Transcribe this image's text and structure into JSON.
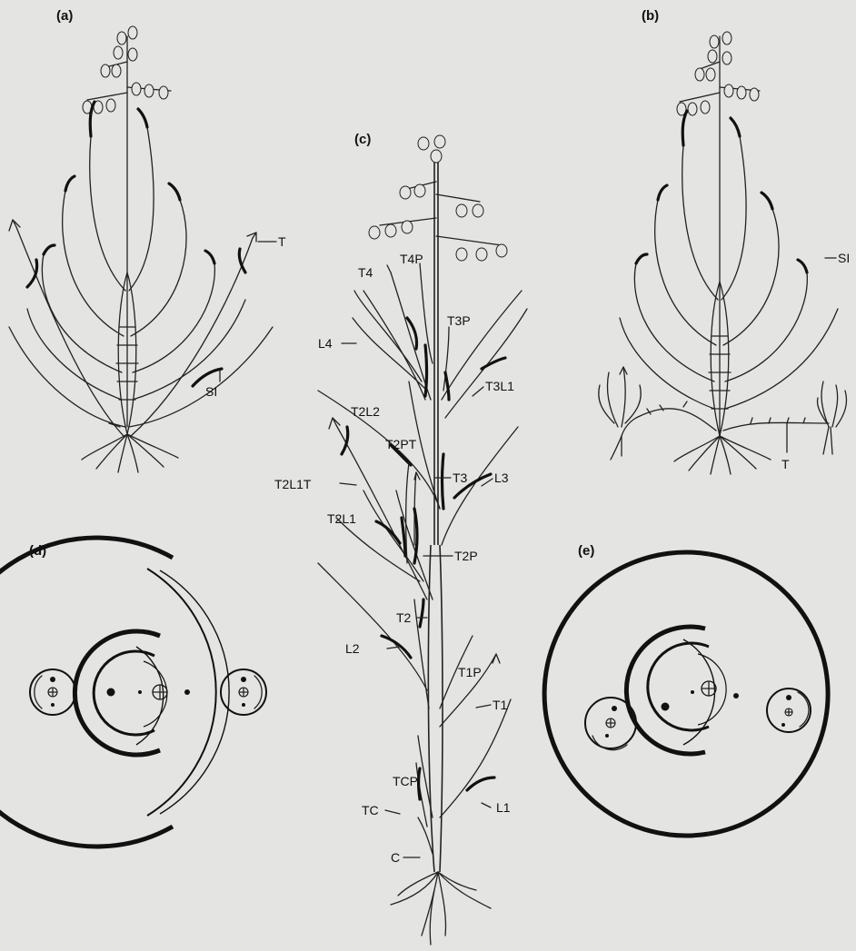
{
  "panels": {
    "a": {
      "label": "(a)",
      "tags": {
        "T": "T",
        "SI": "SI"
      }
    },
    "b": {
      "label": "(b)",
      "tags": {
        "SI": "SI",
        "T": "T"
      }
    },
    "c": {
      "label": "(c)",
      "tags": {
        "T4": "T4",
        "T4P": "T4P",
        "T3P": "T3P",
        "L4": "L4",
        "T3L1": "T3L1",
        "T2L2": "T2L2",
        "T2PT": "T2PT",
        "T2L1T": "T2L1T",
        "T3": "T3",
        "L3": "L3",
        "T2L1": "T2L1",
        "T2P": "T2P",
        "T2": "T2",
        "L2": "L2",
        "T1P": "T1P",
        "T1": "T1",
        "TCP": "TCP",
        "TC": "TC",
        "L1": "L1",
        "C": "C"
      }
    },
    "d": {
      "label": "(d)"
    },
    "e": {
      "label": "(e)"
    }
  }
}
